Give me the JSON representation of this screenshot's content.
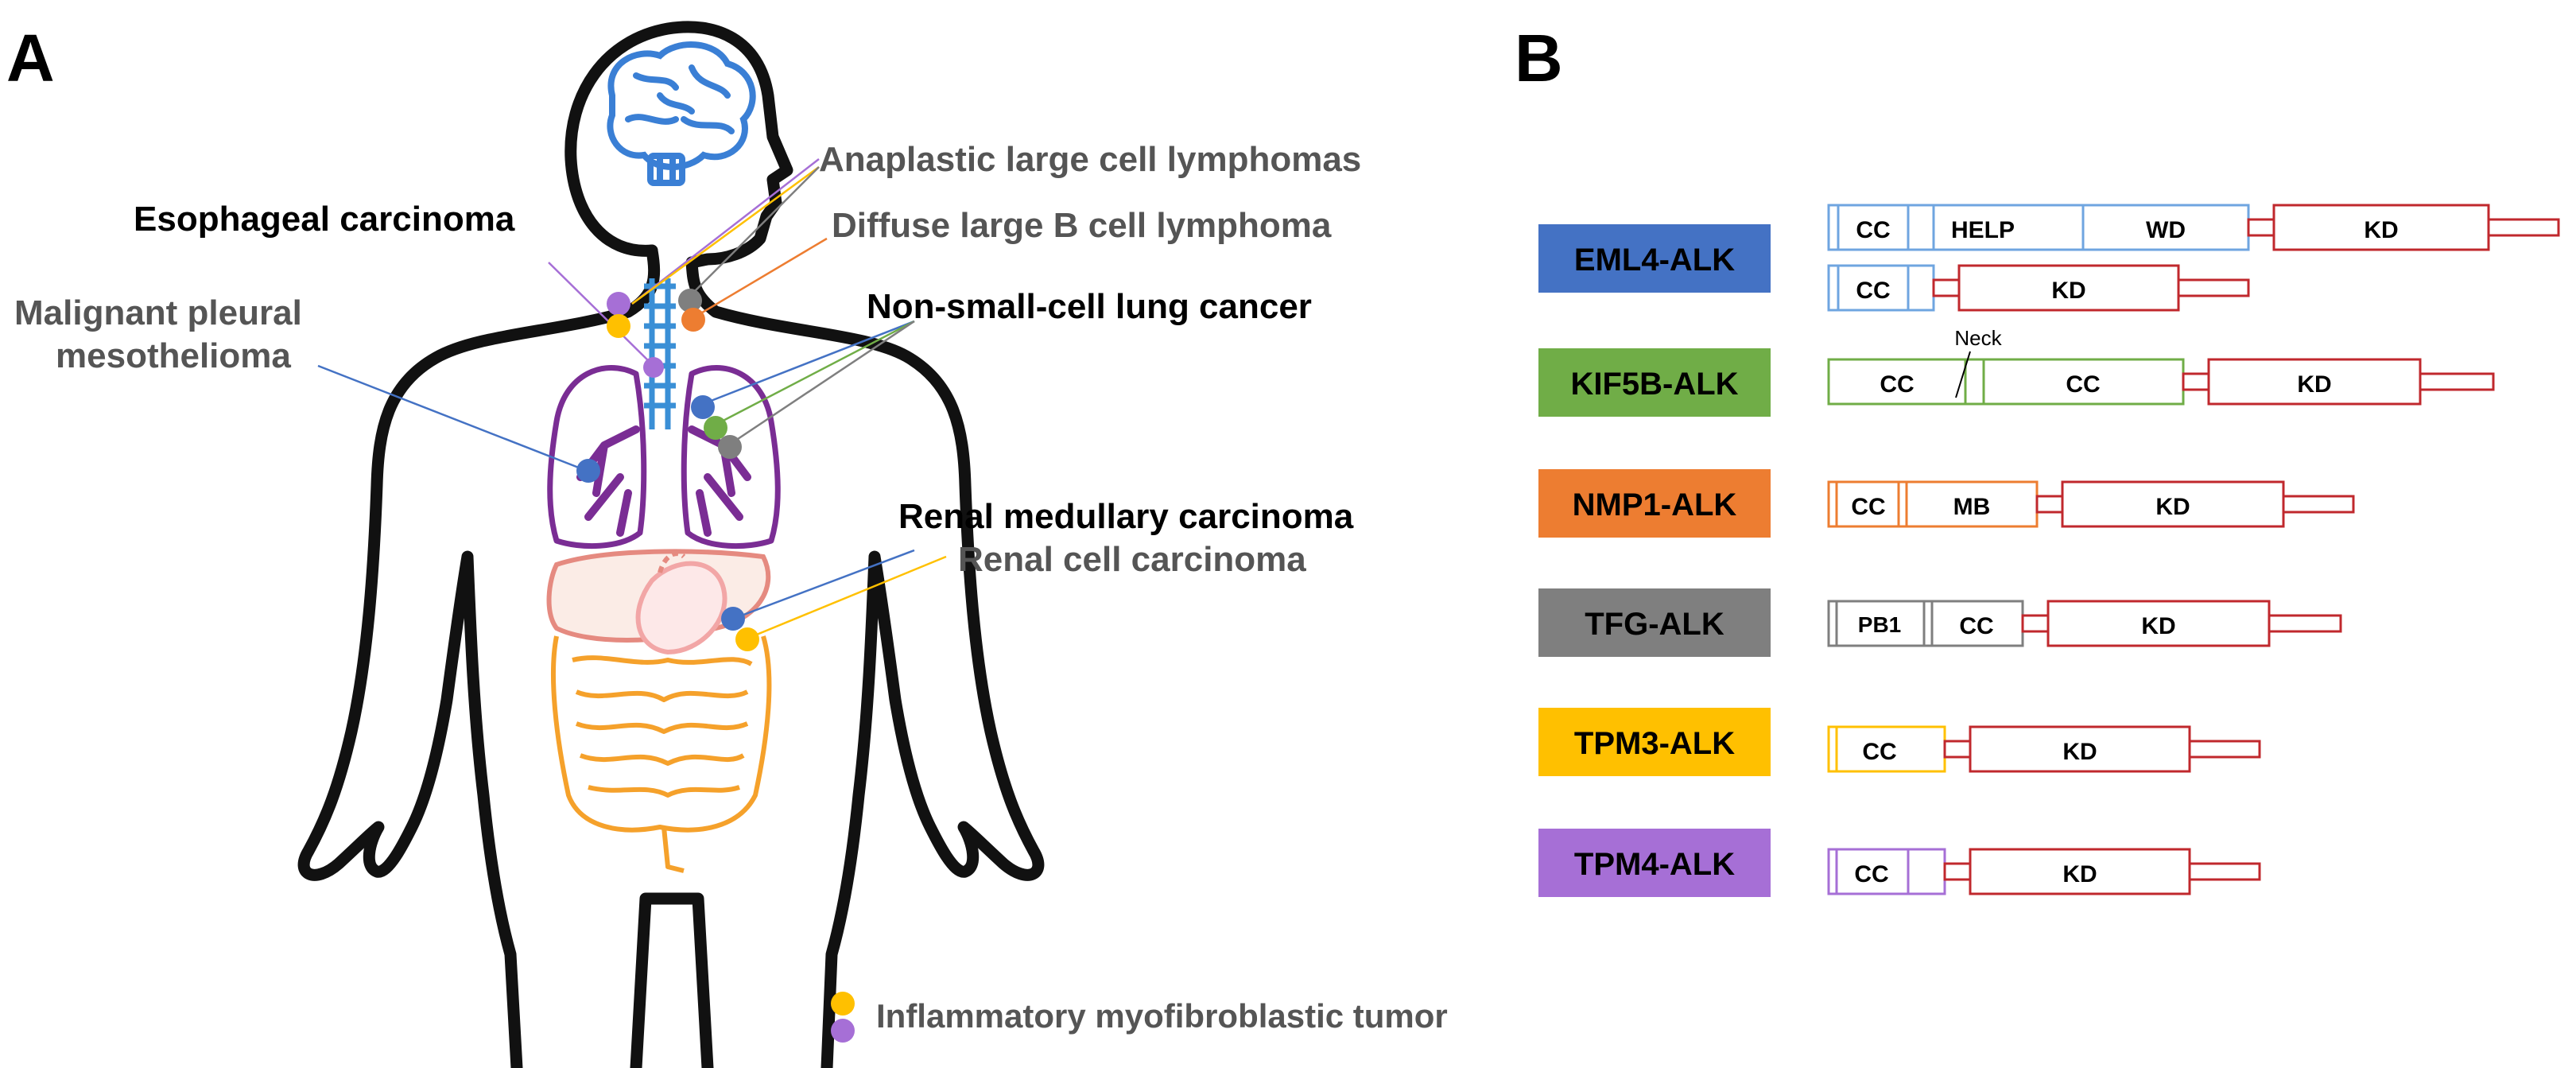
{
  "panel_labels": {
    "a": "A",
    "b": "B"
  },
  "colors": {
    "outline": "#111111",
    "brain": "#3a7fd5",
    "airway": "#3a8fd6",
    "lung": "#7a2d94",
    "liver": "#e58a80",
    "stomach": "#f2a6a6",
    "intestine": "#f5a12b",
    "blue": "#4472c4",
    "purple": "#a66fd6",
    "yellow": "#ffc000",
    "grey": "#7f7f7f",
    "orange": "#ed7d31",
    "green": "#70ad47",
    "kd": "#c0282d",
    "label_dark": "#000000",
    "label_grey": "#555555"
  },
  "panel_a": {
    "labels": {
      "alcl": "Anaplastic large cell lymphomas",
      "esophageal": "Esophageal carcinoma",
      "dlbcl": "Diffuse large B cell lymphoma",
      "mpm_line1": "Malignant pleural",
      "mpm_line2": "mesothelioma",
      "nsclc": "Non-small-cell lung cancer",
      "renal_medullary": "Renal medullary carcinoma",
      "renal_cell": "Renal cell carcinoma",
      "imt": "Inflammatory myofibroblastic tumor"
    }
  },
  "panel_b": {
    "fusions": [
      {
        "name": "EML4-ALK",
        "color": "#4472c4",
        "domains": [
          "CC",
          "HELP",
          "WD",
          "KD",
          "CC",
          "KD"
        ]
      },
      {
        "name": "KIF5B-ALK",
        "color": "#70ad47",
        "domains": [
          "CC",
          "Neck",
          "CC",
          "KD"
        ]
      },
      {
        "name": "NMP1-ALK",
        "color": "#ed7d31",
        "domains": [
          "CC",
          "MB",
          "KD"
        ]
      },
      {
        "name": "TFG-ALK",
        "color": "#7f7f7f",
        "domains": [
          "PB1",
          "CC",
          "KD"
        ]
      },
      {
        "name": "TPM3-ALK",
        "color": "#ffc000",
        "domains": [
          "CC",
          "KD"
        ]
      },
      {
        "name": "TPM4-ALK",
        "color": "#a66fd6",
        "domains": [
          "CC",
          "KD"
        ]
      }
    ]
  }
}
